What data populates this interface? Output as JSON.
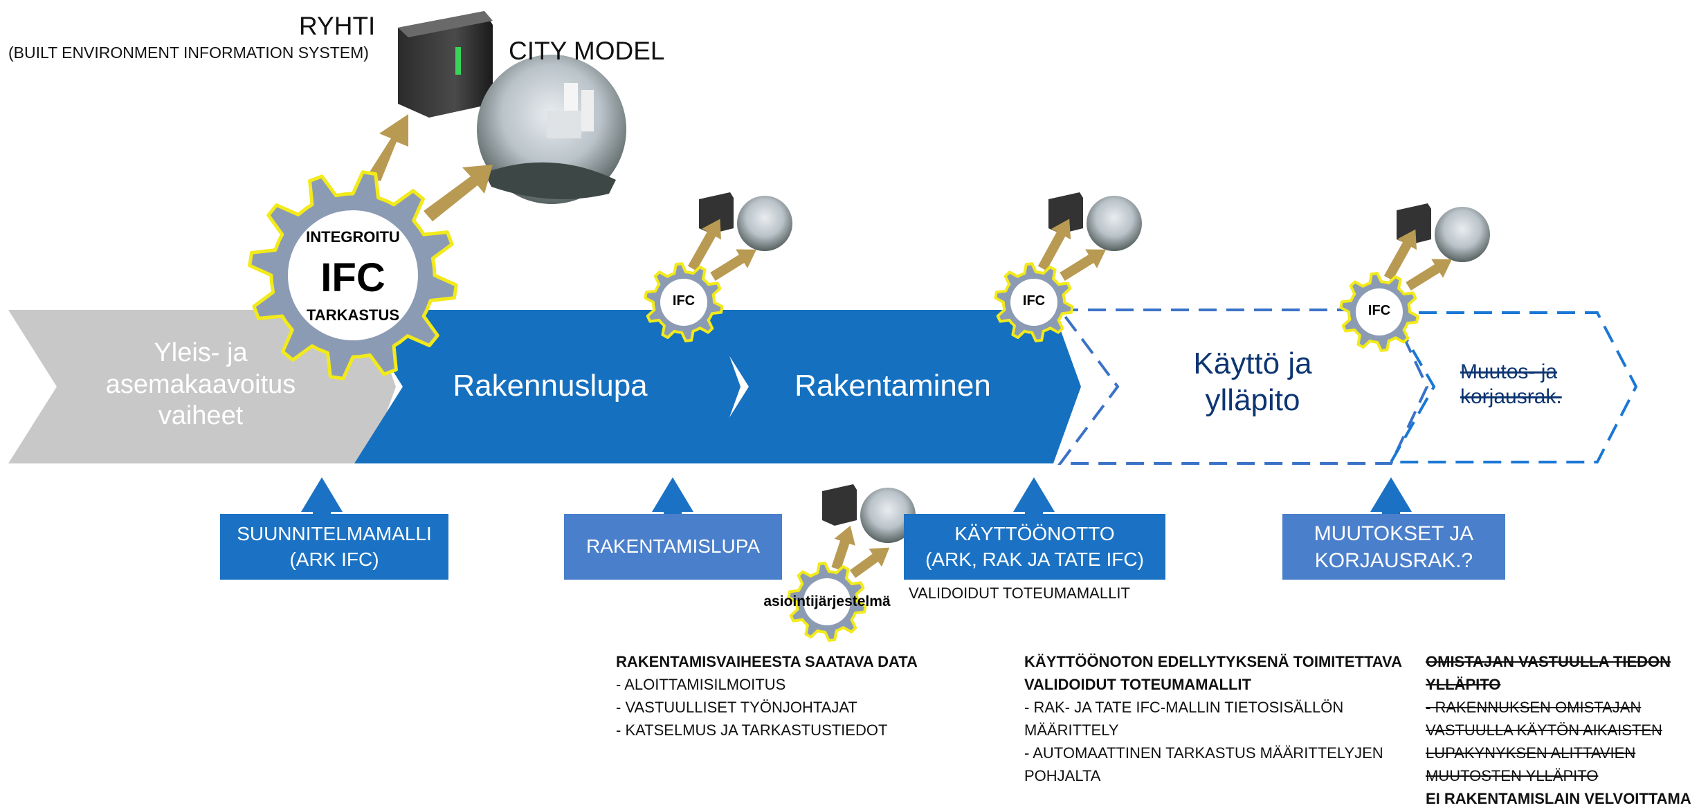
{
  "top": {
    "ryhti_title": "RYHTI",
    "ryhti_subtitle": "(BUILT ENVIRONMENT INFORMATION SYSTEM)",
    "city_model": "CITY MODEL"
  },
  "main_gear": {
    "top": "INTEGROITU",
    "center": "IFC",
    "bottom": "TARKASTUS"
  },
  "small_gear_label": "IFC",
  "asiointi_label": "asiointijärjestelmä",
  "phases": [
    {
      "line1": "Yleis- ja",
      "line2": "asemakaavoitus",
      "line3": "vaiheet"
    },
    {
      "label": "Rakennuslupa"
    },
    {
      "label": "Rakentaminen"
    },
    {
      "line1": "Käyttö ja",
      "line2": "ylläpito"
    },
    {
      "line1": "Muutos- ja",
      "line2": "korjausrak."
    }
  ],
  "boxes": [
    {
      "line1": "SUUNNITELMAMALLI",
      "line2": "(ARK IFC)"
    },
    {
      "line1": "RAKENTAMISLUPA"
    },
    {
      "line1": "KÄYTTÖÖNOTTO",
      "line2": "(ARK, RAK JA TATE IFC)"
    },
    {
      "line1": "MUUTOKSET JA",
      "line2": "KORJAUSRAK.?"
    }
  ],
  "validoidut": "VALIDOIDUT TOTEUMAMALLIT",
  "notes": {
    "rak": {
      "title": "RAKENTAMISVAIHEESTA SAATAVA DATA",
      "items": [
        "- ALOITTAMISILMOITUS",
        "- VASTUULLISET TYÖNJOHTAJAT",
        "- KATSELMUS JA TARKASTUSTIEDOT"
      ]
    },
    "kaytto": {
      "title1": "KÄYTTÖÖNOTON EDELLYTYKSENÄ TOIMITETTAVA",
      "title2": "VALIDOIDUT TOTEUMAMALLIT",
      "items": [
        "- RAK- JA TATE IFC-MALLIN TIETOSISÄLLÖN",
        "MÄÄRITTELY",
        "- AUTOMAATTINEN TARKASTUS MÄÄRITTELYJEN",
        "POHJALTA"
      ]
    },
    "omistaja": {
      "title1": "OMISTAJAN VASTUULLA TIEDON",
      "title2": "YLLÄPITO",
      "items": [
        "- RAKENNUKSEN OMISTAJAN",
        "VASTUULLA KÄYTÖN AIKAISTEN",
        "LUPAKYNYKSEN ALITTAVIEN",
        "MUUTOSTEN YLLÄPITO"
      ],
      "footer": "EI RAKENTAMISLAIN VELVOITTAMA"
    }
  },
  "colors": {
    "grey_phase": "#c8c8c8",
    "blue_phase": "#1570c0",
    "box_blue": "#1b72c4",
    "box_light_blue": "#4a7fcb",
    "dashed_blue": "#3a72c8",
    "gear_grey": "#8c9bb4",
    "gear_yellow": "#f2ea1a",
    "arrow_gold": "#b89a52"
  }
}
